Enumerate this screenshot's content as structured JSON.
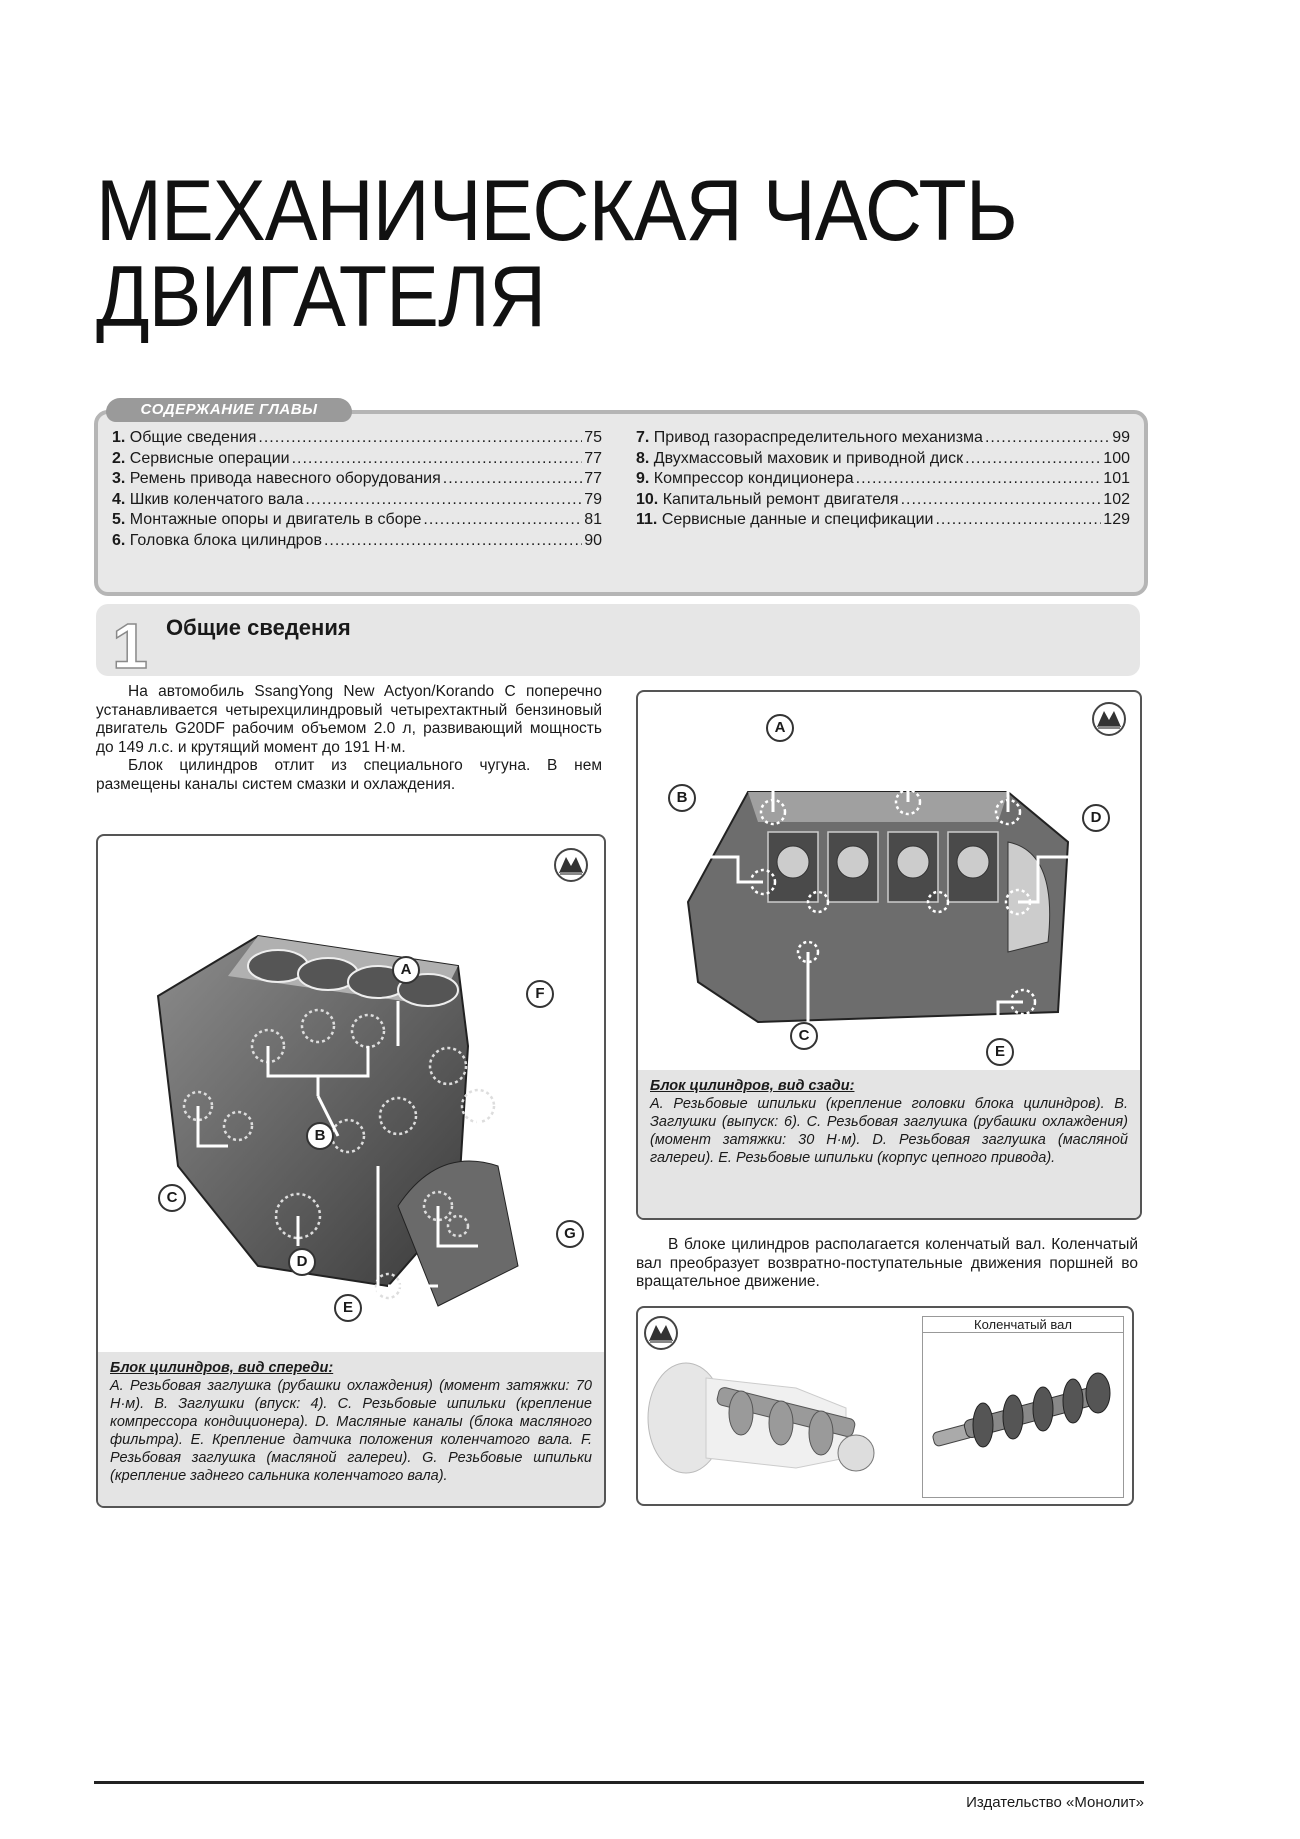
{
  "title": {
    "line1": "МЕХАНИЧЕСКАЯ ЧАСТЬ",
    "line2": "ДВИГАТЕЛЯ"
  },
  "toc": {
    "header": "СОДЕРЖАНИЕ ГЛАВЫ",
    "left": [
      {
        "num": "1.",
        "label": "Общие сведения",
        "page": "75"
      },
      {
        "num": "2.",
        "label": "Сервисные операции",
        "page": "77"
      },
      {
        "num": "3.",
        "label": "Ремень привода навесного оборудования",
        "page": "77"
      },
      {
        "num": "4.",
        "label": "Шкив коленчатого вала",
        "page": "79"
      },
      {
        "num": "5.",
        "label": "Монтажные опоры и двигатель в сборе",
        "page": "81"
      },
      {
        "num": "6.",
        "label": "Головка блока цилиндров",
        "page": "90"
      }
    ],
    "right": [
      {
        "num": "7.",
        "label": "Привод газораспределительного механизма",
        "page": "99"
      },
      {
        "num": "8.",
        "label": "Двухмассовый маховик и приводной диск",
        "page": "100"
      },
      {
        "num": "9.",
        "label": "Компрессор кондиционера",
        "page": "101"
      },
      {
        "num": "10.",
        "label": "Капитальный ремонт двигателя",
        "page": "102"
      },
      {
        "num": "11.",
        "label": "Сервисные данные и спецификации",
        "page": "129"
      }
    ]
  },
  "section": {
    "number": "1",
    "title": "Общие сведения"
  },
  "intro": {
    "p1": "На автомобиль SsangYong New Actyon/Korando C поперечно устанавливается четырехцилиндровый четырехтактный бензиновый двигатель G20DF рабочим объемом 2.0 л, развивающий мощность до 149 л.с. и крутящий момент до 191 Н·м.",
    "p2": "Блок цилиндров отлит из специального чугуна. В нем размещены каналы систем смазки и охлаждения."
  },
  "fig_front": {
    "markers": [
      "A",
      "B",
      "C",
      "D",
      "E",
      "F",
      "G"
    ],
    "caption_head": "Блок цилиндров, вид спереди:",
    "caption_text": "A. Резьбовая заглушка (рубашки охлаждения) (момент затяжки: 70 Н·м). B. Заглушки (впуск: 4). C. Резьбовые шпильки (крепление компрессора кондиционера). D. Масляные каналы (блока масляного фильтра). E. Крепление датчика положения коленчатого вала. F. Резьбовая заглушка (масляной галереи). G. Резьбовые шпильки (крепление заднего сальника коленчатого вала)."
  },
  "fig_rear": {
    "markers": [
      "A",
      "B",
      "C",
      "D",
      "E"
    ],
    "caption_head": "Блок цилиндров, вид сзади:",
    "caption_text": "A. Резьбовые шпильки (крепление головки блока цилиндров). B. Заглушки (выпуск: 6). C. Резьбовая заглушка (рубашки охлаждения) (момент затяжки: 30 Н·м). D. Резьбовая заглушка (масляной галереи). E. Резьбовые шпильки (корпус цепного привода)."
  },
  "crank_text": "В блоке цилиндров располагается коленчатый вал. Коленчатый вал преобразует возвратно-поступательные движения поршней во вращательное движение.",
  "crank_fig": {
    "label": "Коленчатый вал"
  },
  "footer": "Издательство «Монолит»",
  "colors": {
    "toc_bg": "#e8e8e8",
    "toc_border": "#b5b5b5",
    "tab": "#9a9a9a",
    "caption_bg": "#e4e4e4"
  }
}
